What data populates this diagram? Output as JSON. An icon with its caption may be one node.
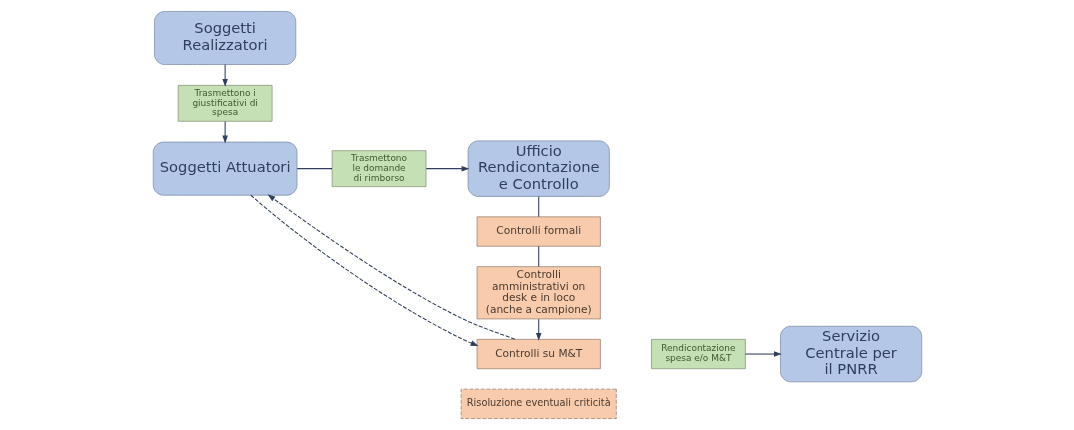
{
  "diagram": {
    "nodes": [
      {
        "text": [
          "Soggetti Realizzatori"
        ]
      },
      {
        "text": [
          "Trasmettono i giustificativi di spesa"
        ]
      },
      {
        "text": [
          "Soggetti Attuatori"
        ]
      },
      {
        "text": [
          "Trasmettono le domande di rimborso"
        ]
      },
      {
        "text": [
          "Ufficio Rendicontazione e Controllo"
        ]
      },
      {
        "text": [
          "Controlli formali"
        ]
      },
      {
        "text": [
          "Controlli amministrativi on desk e in loco (anche a campione)"
        ]
      },
      {
        "text": [
          "Controlli su M&T"
        ]
      },
      {
        "text": [
          "Rendicontazione spesa e/o M&T"
        ]
      },
      {
        "text": [
          "Servizio Centrale per il PNRR"
        ]
      },
      {
        "text": [
          "Risoluzione eventuali criticità"
        ]
      }
    ],
    "edges": [
      {
        "from": 0,
        "to": 1,
        "arrow": "to"
      },
      {
        "from": 1,
        "to": 2,
        "arrow": "to"
      },
      {
        "from": 2,
        "to": 3,
        "arrow": "none"
      },
      {
        "from": 3,
        "to": 4,
        "arrow": "to"
      },
      {
        "from": 4,
        "to": 5,
        "arrow": "none"
      },
      {
        "from": 5,
        "to": 6,
        "arrow": "none"
      },
      {
        "from": 6,
        "to": 7,
        "arrow": "to"
      },
      {
        "from": 8,
        "to": 9,
        "arrow": "to"
      },
      {
        "from": 2,
        "to": 7,
        "arrow": "to",
        "style": "dashed"
      },
      {
        "from": 7,
        "to": 2,
        "arrow": "to",
        "style": "dashed"
      }
    ]
  }
}
